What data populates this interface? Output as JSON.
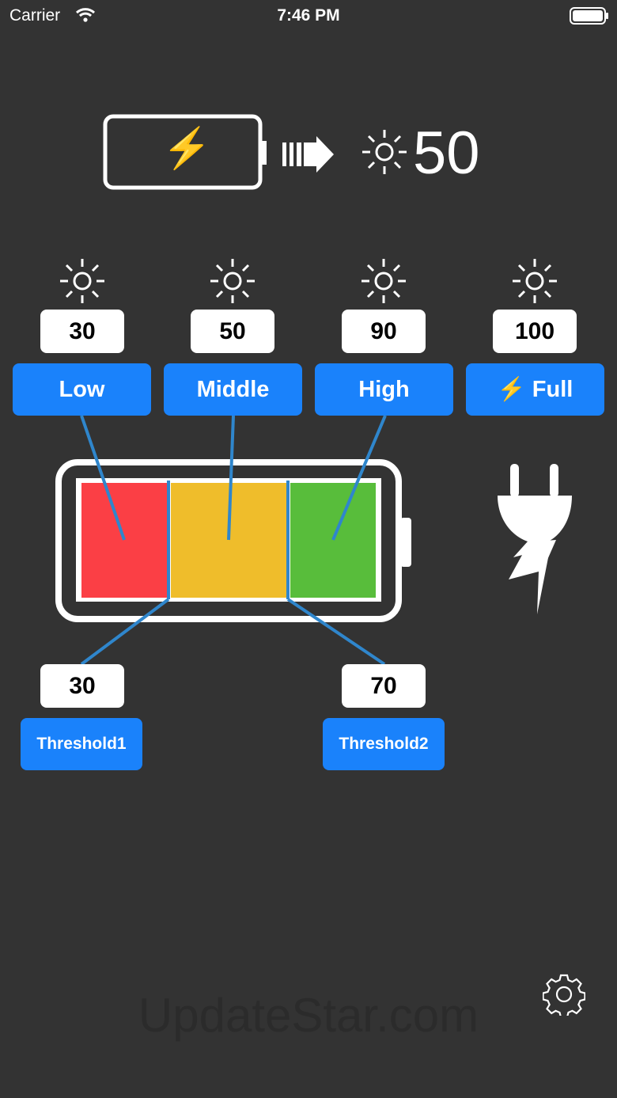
{
  "status_bar": {
    "carrier": "Carrier",
    "time": "7:46 PM"
  },
  "header": {
    "charging_icon": "⚡",
    "brightness": "50"
  },
  "levels": [
    {
      "value": "30",
      "label": "Low"
    },
    {
      "value": "50",
      "label": "Middle"
    },
    {
      "value": "90",
      "label": "High"
    },
    {
      "value": "100",
      "label": "Full",
      "icon": "⚡"
    }
  ],
  "thresholds": [
    {
      "value": "30",
      "label": "Threshold1"
    },
    {
      "value": "70",
      "label": "Threshold2"
    }
  ],
  "colors": {
    "low": "#fb3f45",
    "middle": "#efbd2b",
    "high": "#58bd3b",
    "accent": "#1a82fb",
    "line": "#2f86cc"
  },
  "watermark": "UpdateStar.com"
}
